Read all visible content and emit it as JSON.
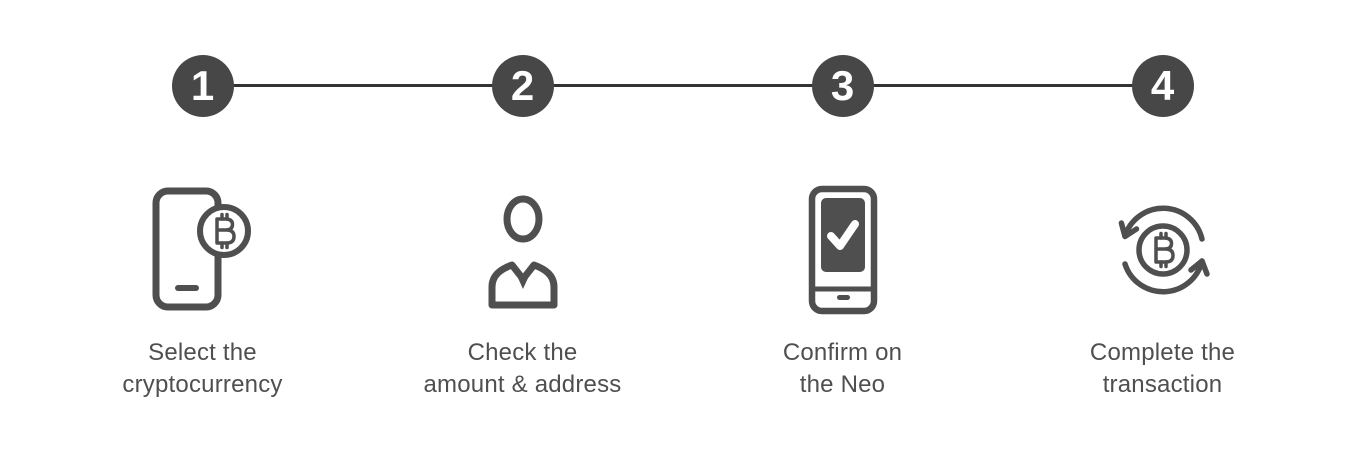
{
  "theme": {
    "background": "#ffffff",
    "badge-color": "#474747",
    "badge-text-color": "#ffffff",
    "line-color": "#333333",
    "icon-color": "#4f4f4f",
    "caption-color": "#4f4f4f"
  },
  "stepper": {
    "steps": [
      {
        "number": "1",
        "icon": "smartphone-bitcoin-icon",
        "lines": [
          "Select the",
          "cryptocurrency"
        ]
      },
      {
        "number": "2",
        "icon": "person-icon",
        "lines": [
          "Check the",
          "amount & address"
        ]
      },
      {
        "number": "3",
        "icon": "smartphone-confirm-icon",
        "lines": [
          "Confirm on",
          "the Neo"
        ]
      },
      {
        "number": "4",
        "icon": "bitcoin-refresh-icon",
        "lines": [
          "Complete the",
          "transaction"
        ]
      }
    ]
  }
}
